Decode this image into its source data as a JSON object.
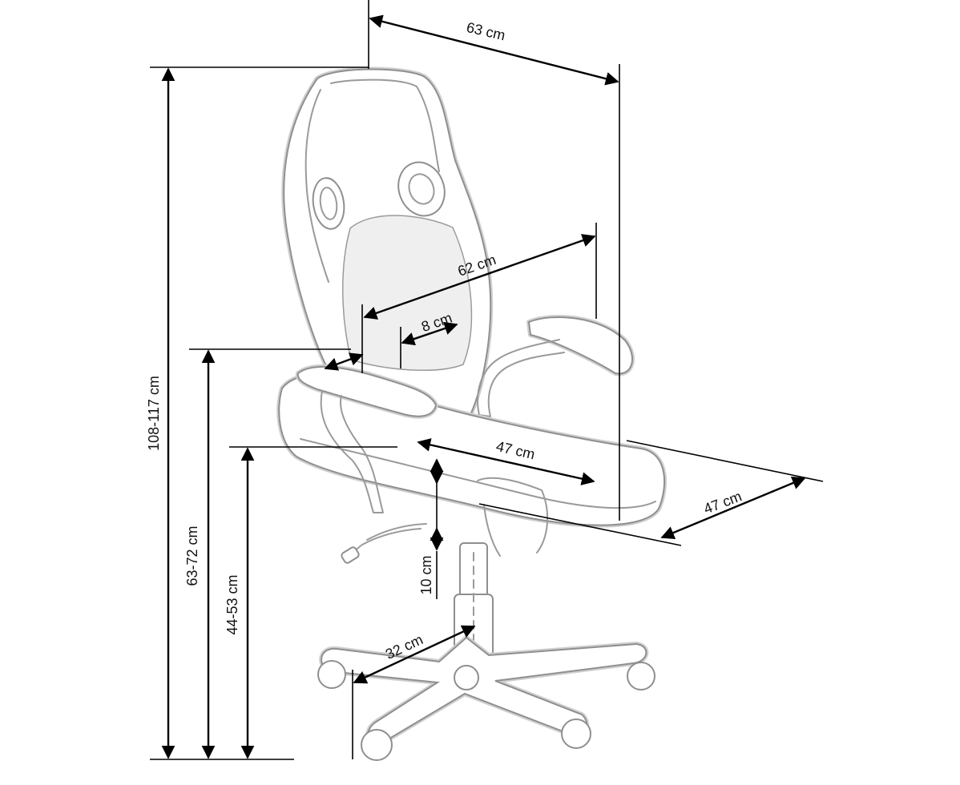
{
  "dimensions": {
    "top_width": "63 cm",
    "total_height": "108-117 cm",
    "backrest_width": "62 cm",
    "armrest_offset": "8 cm",
    "armrest_height": "63-72 cm",
    "seat_depth": "47 cm",
    "seat_width": "47 cm",
    "seat_height": "44-53 cm",
    "gas_lift_travel": "10 cm",
    "base_radius": "32 cm"
  }
}
